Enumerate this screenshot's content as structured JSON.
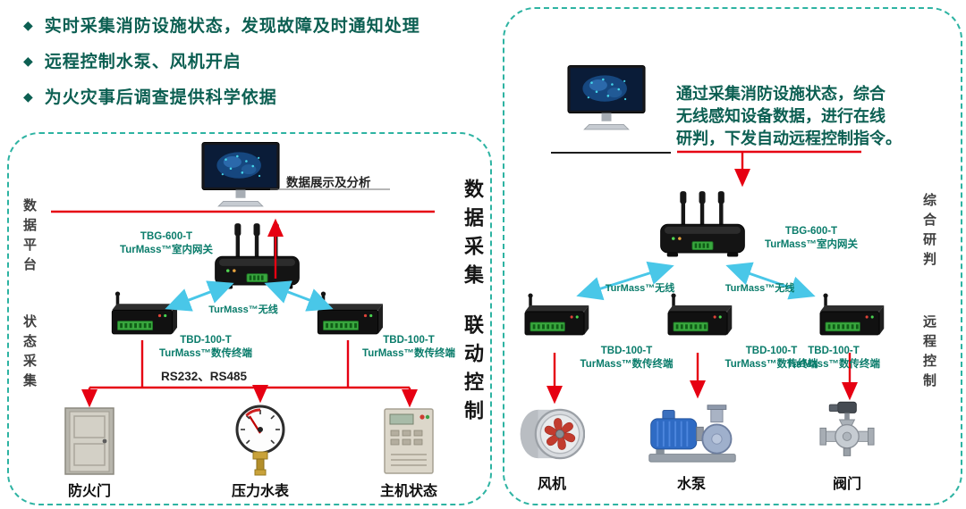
{
  "colors": {
    "panel_border_teal": "#2db3a2",
    "heading_teal": "#0c5f52",
    "model_text_teal": "#0a7c6b",
    "connector_red": "#e60012",
    "wireless_cyan": "#49c7e8"
  },
  "icons": {
    "bullet": "◆"
  },
  "bullets": [
    "实时采集消防设施状态，发现故障及时通知处理",
    "远程控制水泵、风机开启",
    "为火灾事后调查提供科学依据"
  ],
  "left_panel": {
    "side_labels": {
      "platform": "数据平台",
      "status_collect": "状态采集"
    },
    "edge_labels": {
      "top": "数据采集",
      "bottom": "联动控制"
    },
    "monitor_caption": "数据展示及分析",
    "gateway": {
      "model": "TBG-600-T",
      "name": "TurMass™室内网关"
    },
    "wireless_label": "TurMass™无线",
    "terminal_left": {
      "model": "TBD-100-T",
      "name": "TurMass™数传终端"
    },
    "terminal_right": {
      "model": "TBD-100-T",
      "name": "TurMass™数传终端"
    },
    "bus_label": "RS232、RS485",
    "devices": [
      {
        "label": "防火门"
      },
      {
        "label": "压力水表"
      },
      {
        "label": "主机状态"
      }
    ]
  },
  "right_panel": {
    "description_lines": [
      "通过采集消防设施状态，综合",
      "无线感知设备数据，进行在线",
      "研判，下发自动远程控制指令。"
    ],
    "edge_labels": {
      "top": "综合研判",
      "bottom": "远程控制"
    },
    "gateway": {
      "model": "TBG-600-T",
      "name": "TurMass™室内网关"
    },
    "wireless_left": "TurMass™无线",
    "wireless_right": "TurMass™无线",
    "terminals": [
      {
        "model": "TBD-100-T",
        "name": "TurMass™数传终端"
      },
      {
        "model": "TBD-100-T",
        "name": "TurMass™数传终端"
      },
      {
        "model": "TBD-100-T",
        "name": "TurMass™数传终端"
      }
    ],
    "devices": [
      {
        "label": "风机"
      },
      {
        "label": "水泵"
      },
      {
        "label": "阀门"
      }
    ]
  }
}
